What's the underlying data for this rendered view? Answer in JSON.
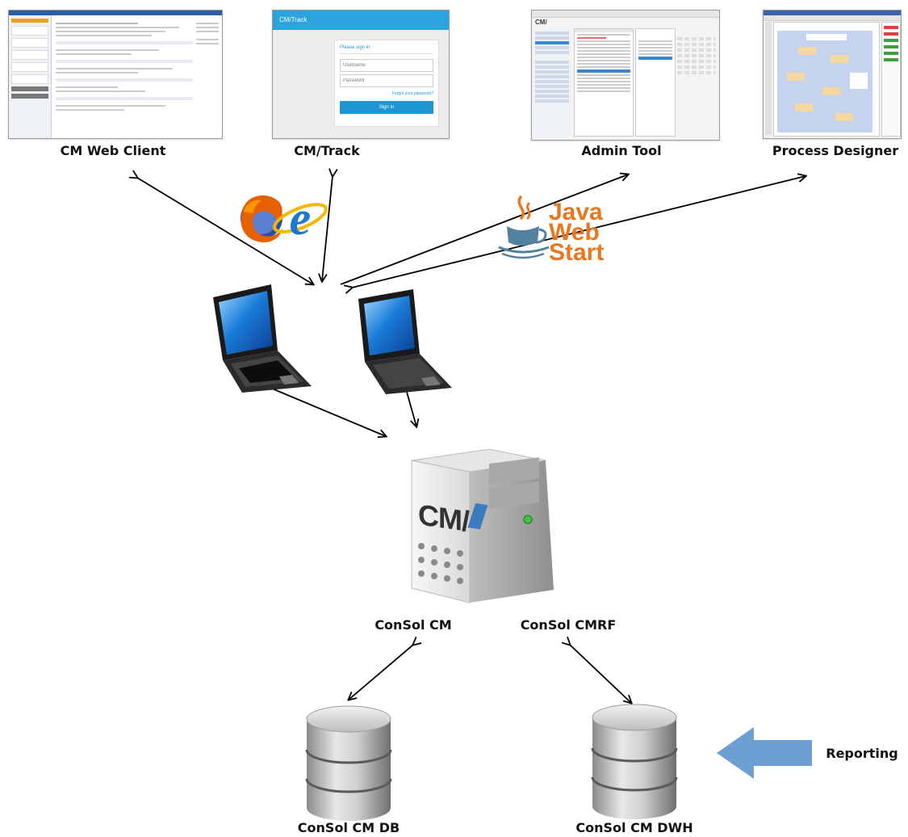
{
  "clients": {
    "web_client": "CM Web Client",
    "track": "CM/Track",
    "admin_tool": "Admin Tool",
    "process_designer": "Process Designer"
  },
  "track_login": {
    "app_title": "CM/Track",
    "heading": "Please sign in",
    "username_placeholder": "Username",
    "password_placeholder": "Password",
    "forgot_link": "Forgot your password?",
    "sign_in_button": "Sign in"
  },
  "admin_window": {
    "logo": "CM/"
  },
  "java_logo": {
    "line1": "Java",
    "line2": "Web",
    "line3": "Start"
  },
  "server": {
    "logo": "CM/",
    "cm_label": "ConSol CM",
    "cmrf_label": "ConSol CMRF"
  },
  "databases": {
    "db_label": "ConSol CM DB",
    "dwh_label": "ConSol CM DWH"
  },
  "reporting": {
    "label": "Reporting"
  },
  "colors": {
    "track_header": "#29a4dc",
    "track_button": "#1f96d3",
    "java_orange": "#e87722",
    "java_blue": "#5382a1",
    "reporting_arrow": "#6d9fd3",
    "cm_blue": "#3b7bbf"
  }
}
